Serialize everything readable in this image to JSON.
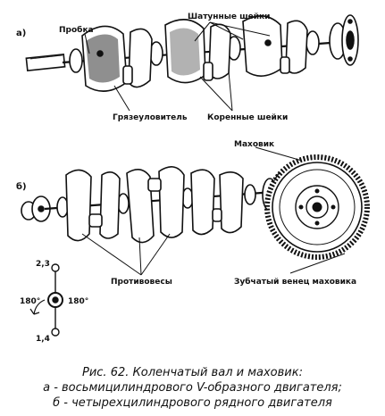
{
  "figure": {
    "panel_a": {
      "tag": "а)",
      "labels": {
        "plug": "Пробка",
        "rod_journals": "Шатунные шейки",
        "dirt_trap": "Грязеуловитель",
        "main_journals": "Коренные шейки"
      }
    },
    "panel_b": {
      "tag": "б)",
      "labels": {
        "flywheel": "Маховик",
        "counterweights": "Противовесы",
        "ring_gear": "Зубчатый венец маховика"
      }
    },
    "scheme": {
      "top": "2,3",
      "bottom": "1,4",
      "left_angle": "180°",
      "right_angle": "180°"
    },
    "caption": {
      "line1": "Рис. 62. Коленчатый вал и маховик:",
      "line2": "а - восьмицилиндрового V-образного двигателя;",
      "line3": "б - четырехцилиндрового рядного двигателя"
    }
  }
}
